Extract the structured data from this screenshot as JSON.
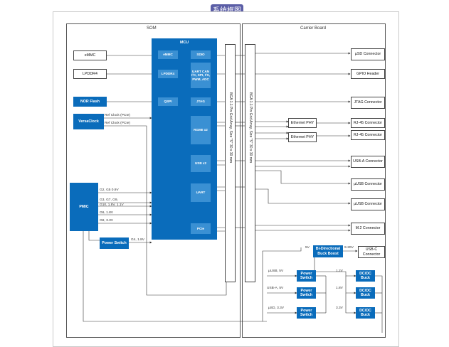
{
  "title": "系统框图",
  "som": {
    "label": "SOM",
    "mcu": {
      "label": "MCU",
      "ports": [
        "eMMC",
        "LPDDR4",
        "QSPI",
        "SDIO",
        "UART CAN I²C, SPI, I²S, PWM, ADC",
        "JTAG",
        "RGMII x2",
        "USB x2",
        "UART",
        "PCIe"
      ]
    },
    "external": [
      "eMMC",
      "LPDDR4",
      "NOR Flash",
      "VersaClock",
      "PMIC",
      "Power Switch"
    ],
    "ref_clocks": [
      "Ref Clock (PCIe)",
      "Ref Clock (PCIe)"
    ],
    "pmic_rails": [
      "G2, G5 0.9V",
      "G3, G7, G9,",
      "G10, 1.8V, 1.1V",
      "G6, 1.8V",
      "G8, 3.3V"
    ],
    "power_switch_rail": "G4, 1.8V",
    "bga_label": "BGA 1.1 Pin Grid Array, Size  \"S\" 30 x 30 mm"
  },
  "carrier": {
    "label": "Carrier Board",
    "bga_label": "BGA 1.1 Pin Grid Array, Size  \"S\" 30 x 30 mm",
    "connectors": [
      "µSD Connector",
      "GPIO Header",
      "JTAG Connector",
      "RJ-45 Connector",
      "RJ-45 Connector",
      "USB-A Connector",
      "µUSB Connector",
      "µUSB Connector",
      "M.2 Connector",
      "USB-C Connector"
    ],
    "phys": [
      "Ethernet PHY",
      "Ethernet PHY"
    ],
    "buck_boost": "Bi-Directional Buck Boost",
    "power_switches": [
      "Power Switch",
      "Power Switch",
      "Power Switch"
    ],
    "bucks": [
      "DC/DC Buck",
      "DC/DC Buck",
      "DC/DC Buck"
    ],
    "rail_labels": [
      "5V",
      "9-20V",
      "µUSB, 5V",
      "USB-A, 5V",
      "µSD, 3.3V",
      "1.2V",
      "1.8V",
      "3.3V"
    ]
  },
  "colors": {
    "header": "#5b5ea6",
    "mcu": "#0a6cbb",
    "port": "#3a90d3",
    "line": "#333333"
  }
}
